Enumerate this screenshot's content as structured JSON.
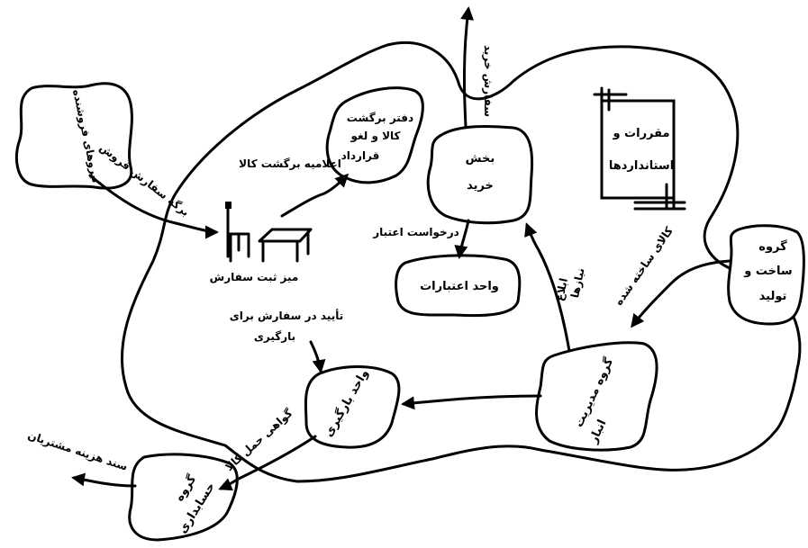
{
  "nodes": {
    "sales_force": "نیروهای فروشنده",
    "order_desk": "میز ثبت سفارش",
    "returns_office_line1": "دفتر برگشت",
    "returns_office_line2": "کالا و لغو",
    "returns_office_line3": "قرارداد",
    "purchasing_line1": "بخش",
    "purchasing_line2": "خرید",
    "credit_unit": "واحد اعتبارات",
    "standards_line1": "مقررات و",
    "standards_line2": "استانداردها",
    "production_line1": "گروه",
    "production_line2": "ساخت و",
    "production_line3": "تولید",
    "warehouse_line1": "گروه مدیریت",
    "warehouse_line2": "انبار",
    "loading_line1": "واحد بارگیری",
    "accounting_line1": "گروه",
    "accounting_line2": "حسابداری"
  },
  "flows": {
    "sales_order_form": "برگه سفارش فروش",
    "return_notice": "اعلامیه برگشت کالا",
    "purchase_order": "سفارش خرید",
    "credit_request": "درخواست اعتبار",
    "needs_notice_line1": "ابلاغ",
    "needs_notice_line2": "نیازها",
    "finished_goods": "کالای ساخته شده",
    "loading_confirm_line1": "تأیید در سفارش برای",
    "loading_confirm_line2": "بارگیری",
    "shipping_cert": "گواهی حمل کالا",
    "customer_cost_doc": "سند هزینه مشتریان"
  },
  "icons": [
    "chair-icon",
    "desk-icon"
  ]
}
